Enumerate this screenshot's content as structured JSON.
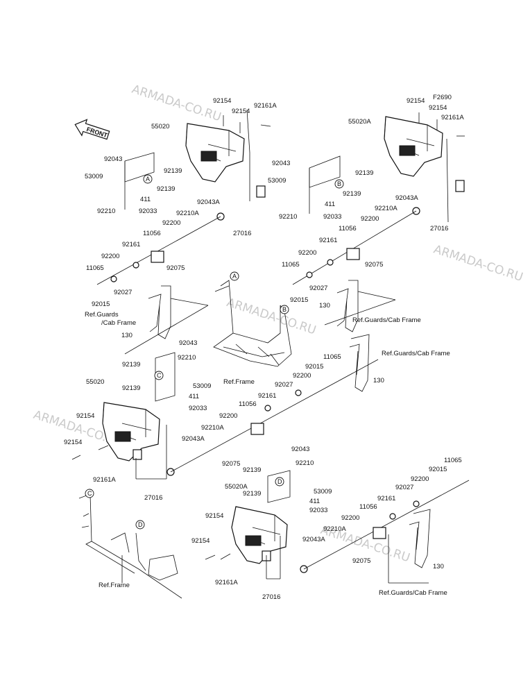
{
  "figure_code": "F2690",
  "front_label": "FRONT",
  "watermark": "ARMADA-CO.RU",
  "bubbles": [
    "A",
    "B",
    "C",
    "D"
  ],
  "labels": {
    "g1_92154a": "92154",
    "g1_92154b": "92154",
    "g1_92161A": "92161A",
    "g1_55020": "55020",
    "g1_92043": "92043",
    "g1_53009": "53009",
    "g1_92139a": "92139",
    "g1_92139b": "92139",
    "g1_411": "411",
    "g1_92210": "92210",
    "g1_92033": "92033",
    "g1_92043A": "92043A",
    "g1_92210A": "92210A",
    "g1_27016": "27016",
    "g1_92200a": "92200",
    "g1_11056": "11056",
    "g1_92161": "92161",
    "g1_92200b": "92200",
    "g1_92075": "92075",
    "g1_11065": "11065",
    "g1_92027": "92027",
    "g1_92015": "92015",
    "g1_ref1": "Ref.Guards",
    "g1_ref2": "/Cab Frame",
    "g1_130": "130",
    "g2_92154a": "92154",
    "g2_92154b": "92154",
    "g2_92161A": "92161A",
    "g2_55020A": "55020A",
    "g2_92043": "92043",
    "g2_53009": "53009",
    "g2_92139a": "92139",
    "g2_92139b": "92139",
    "g2_411": "411",
    "g2_92210": "92210",
    "g2_92033": "92033",
    "g2_92043A": "92043A",
    "g2_92210A": "92210A",
    "g2_27016": "27016",
    "g2_11056": "11056",
    "g2_92200a": "92200",
    "g2_92161": "92161",
    "g2_92200b": "92200",
    "g2_92075": "92075",
    "g2_11065": "11065",
    "g2_92027": "92027",
    "g2_92015": "92015",
    "g2_130": "130",
    "g2_ref": "Ref.Guards/Cab Frame",
    "mid_ref": "Ref.Frame",
    "g3_92043": "92043",
    "g3_92210": "92210",
    "g3_92139a": "92139",
    "g3_92139b": "92139",
    "g3_53009": "53009",
    "g3_411": "411",
    "g3_92033": "92033",
    "g3_55020": "55020",
    "g3_92154a": "92154",
    "g3_92154b": "92154",
    "g3_92161A": "92161A",
    "g3_27016": "27016",
    "g3_92043A": "92043A",
    "g3_92210A": "92210A",
    "g3_92200": "92200",
    "g3_92075": "92075",
    "g3_11056": "11056",
    "g3_92161": "92161",
    "g3_92027": "92027",
    "g3_92200b": "92200",
    "g3_92015": "92015",
    "g3_11065": "11065",
    "g3_130": "130",
    "g3_ref": "Ref.Guards/Cab Frame",
    "g4_92043": "92043",
    "g4_92210": "92210",
    "g4_92139a": "92139",
    "g4_92139b": "92139",
    "g4_53009": "53009",
    "g4_411": "411",
    "g4_92033": "92033",
    "g4_55020A": "55020A",
    "g4_92154a": "92154",
    "g4_92154b": "92154",
    "g4_92161A": "92161A",
    "g4_27016": "27016",
    "g4_92043A": "92043A",
    "g4_92210A": "92210A",
    "g4_92200": "92200",
    "g4_92075": "92075",
    "g4_11056": "11056",
    "g4_92161": "92161",
    "g4_92027": "92027",
    "g4_92200b": "92200",
    "g4_92015": "92015",
    "g4_11065": "11065",
    "g4_130": "130",
    "g4_ref": "Ref.Guards/Cab Frame",
    "bl_ref": "Ref.Frame"
  }
}
